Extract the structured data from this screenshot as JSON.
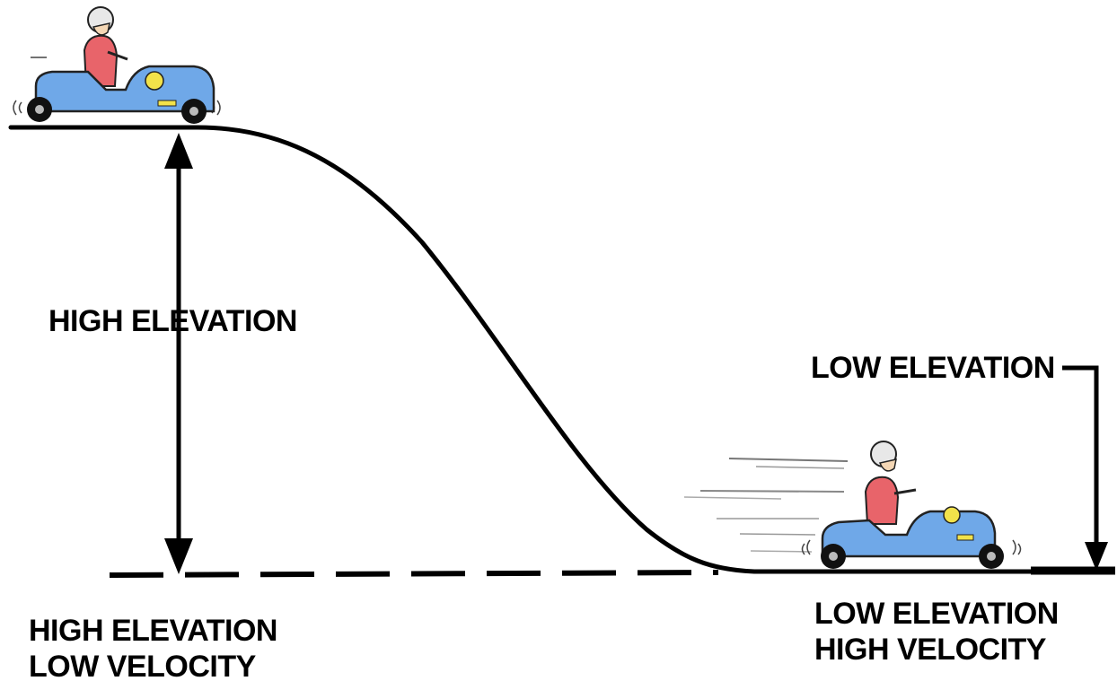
{
  "labels": {
    "start_elevation": "HIGH ELEVATION",
    "end_elevation": "LOW ELEVATION",
    "start_state": {
      "line1": "HIGH ELEVATION",
      "line2": "LOW VELOCITY"
    },
    "end_state": {
      "line1": "LOW ELEVATION",
      "line2": "HIGH VELOCITY"
    }
  },
  "colors": {
    "ink": "#000000",
    "kart_body": "#6fa8e8",
    "driver_shirt": "#e8646a",
    "headlight": "#f2e24a",
    "helmet": "#e8e8e8"
  },
  "icons": {
    "top_kart": "soapbox-kart-stationary",
    "bottom_kart": "soapbox-kart-moving"
  }
}
